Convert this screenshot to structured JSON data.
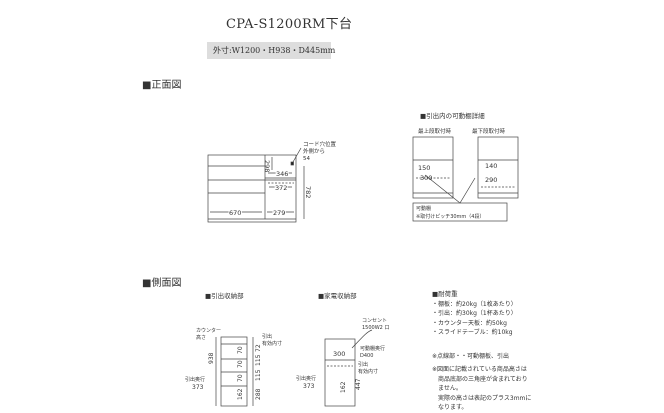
{
  "header": {
    "title": "CPA-S1200RM下台",
    "dimensions": "外寸:W1200・H938・D445mm"
  },
  "front": {
    "heading": "■正面図",
    "cord_label_1": "コード穴位置",
    "cord_label_2": "外側から",
    "cord_label_3": "54",
    "dims": {
      "d298": "298",
      "d346": "346",
      "d372": "372",
      "d670": "670",
      "d279": "279",
      "d782": "782"
    }
  },
  "shelf_detail": {
    "heading": "■引出内の可動棚詳細",
    "top_label": "最上段取付時",
    "bottom_label": "最下段取付時",
    "dims": {
      "d150": "150",
      "d300": "300",
      "d140": "140",
      "d290": "290"
    },
    "note_1": "可動棚",
    "note_2": "※取付けピッチ30mm（4段）"
  },
  "side": {
    "heading": "■側面図",
    "drawer": {
      "heading": "■引出収納部",
      "counter_1": "カウンター",
      "counter_2": "高さ",
      "right_1": "引出",
      "right_2": "有効内寸",
      "depth_1": "引出奥行",
      "depth_2": "373",
      "dims": {
        "d938": "938",
        "d70a": "70",
        "d70b": "70",
        "d70c": "70",
        "d162": "162",
        "d72": "72",
        "d115a": "115",
        "d115b": "115",
        "d288": "288"
      }
    },
    "appliance": {
      "heading": "■家電収納部",
      "outlet_1": "コンセント",
      "outlet_2": "1500W2 口",
      "shelf_1": "可動棚奥行",
      "shelf_2": "D400",
      "inner_1": "引出",
      "inner_2": "有効内寸",
      "depth_1": "引出奥行",
      "depth_2": "373",
      "dims": {
        "d300": "300",
        "d447": "447",
        "d162": "162"
      }
    }
  },
  "load": {
    "heading": "■耐荷重",
    "items": [
      "・棚板：約20kg（1枚あたり）",
      "・引出：約30kg（1杯あたり）",
      "・カウンター天板：約50kg",
      "・スライドテーブル：約10kg"
    ],
    "note_a": "※点線部・・可動棚板、引出",
    "note_b": [
      "※図面に記載されている商品高さは",
      "商品底部の三角座が含まれており",
      "ません。",
      "実際の高さは表記のプラス3mmに",
      "なります。"
    ]
  }
}
